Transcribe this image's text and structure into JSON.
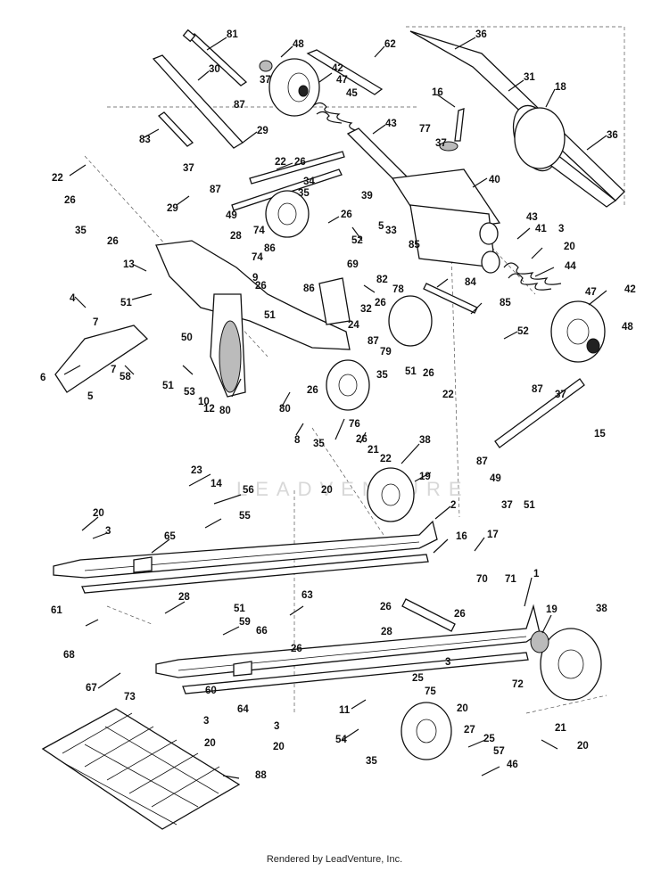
{
  "footer": {
    "text": "Rendered by LeadVenture, Inc."
  },
  "watermark": {
    "text": "LEADVENTURE"
  },
  "callouts": [
    {
      "id": "c81",
      "label": "81"
    },
    {
      "id": "c48a",
      "label": "48"
    },
    {
      "id": "c62",
      "label": "62"
    },
    {
      "id": "c36a",
      "label": "36"
    },
    {
      "id": "c30",
      "label": "30"
    },
    {
      "id": "c42a",
      "label": "42"
    },
    {
      "id": "c37a",
      "label": "37"
    },
    {
      "id": "c47a",
      "label": "47"
    },
    {
      "id": "c87a",
      "label": "87"
    },
    {
      "id": "c45",
      "label": "45"
    },
    {
      "id": "c31",
      "label": "31"
    },
    {
      "id": "c18",
      "label": "18"
    },
    {
      "id": "c16a",
      "label": "16"
    },
    {
      "id": "c43a",
      "label": "43"
    },
    {
      "id": "c29a",
      "label": "29"
    },
    {
      "id": "c77",
      "label": "77"
    },
    {
      "id": "c83",
      "label": "83"
    },
    {
      "id": "c37b",
      "label": "37"
    },
    {
      "id": "c36b",
      "label": "36"
    },
    {
      "id": "c22a",
      "label": "22"
    },
    {
      "id": "c26a",
      "label": "26"
    },
    {
      "id": "c37c",
      "label": "37"
    },
    {
      "id": "c87b",
      "label": "87"
    },
    {
      "id": "c22b",
      "label": "22"
    },
    {
      "id": "c26b",
      "label": "26"
    },
    {
      "id": "c40",
      "label": "40"
    },
    {
      "id": "c34",
      "label": "34"
    },
    {
      "id": "c29b",
      "label": "29"
    },
    {
      "id": "c35a",
      "label": "35"
    },
    {
      "id": "c39",
      "label": "39"
    },
    {
      "id": "c49a",
      "label": "49"
    },
    {
      "id": "c26c",
      "label": "26"
    },
    {
      "id": "c35b",
      "label": "35"
    },
    {
      "id": "c26d",
      "label": "26"
    },
    {
      "id": "c28a",
      "label": "28"
    },
    {
      "id": "c5a",
      "label": "5"
    },
    {
      "id": "c33",
      "label": "33"
    },
    {
      "id": "c43b",
      "label": "43"
    },
    {
      "id": "c41",
      "label": "41"
    },
    {
      "id": "c3a",
      "label": "3"
    },
    {
      "id": "c52a",
      "label": "52"
    },
    {
      "id": "c85a",
      "label": "85"
    },
    {
      "id": "c20a",
      "label": "20"
    },
    {
      "id": "c86a",
      "label": "86"
    },
    {
      "id": "c74a",
      "label": "74"
    },
    {
      "id": "c69",
      "label": "69"
    },
    {
      "id": "c13",
      "label": "13"
    },
    {
      "id": "c44",
      "label": "44"
    },
    {
      "id": "c74b",
      "label": "74"
    },
    {
      "id": "c9",
      "label": "9"
    },
    {
      "id": "c82",
      "label": "82"
    },
    {
      "id": "c84",
      "label": "84"
    },
    {
      "id": "c4",
      "label": "4"
    },
    {
      "id": "c51a",
      "label": "51"
    },
    {
      "id": "c26e",
      "label": "26"
    },
    {
      "id": "c86b",
      "label": "86"
    },
    {
      "id": "c78",
      "label": "78"
    },
    {
      "id": "c32",
      "label": "32"
    },
    {
      "id": "c85b",
      "label": "85"
    },
    {
      "id": "c47b",
      "label": "47"
    },
    {
      "id": "c42b",
      "label": "42"
    },
    {
      "id": "c51b",
      "label": "51"
    },
    {
      "id": "c26f",
      "label": "26"
    },
    {
      "id": "c7a",
      "label": "7"
    },
    {
      "id": "c24",
      "label": "24"
    },
    {
      "id": "c50",
      "label": "50"
    },
    {
      "id": "c87c",
      "label": "87"
    },
    {
      "id": "c52b",
      "label": "52"
    },
    {
      "id": "c48b",
      "label": "48"
    },
    {
      "id": "c79",
      "label": "79"
    },
    {
      "id": "c7b",
      "label": "7"
    },
    {
      "id": "c58",
      "label": "58"
    },
    {
      "id": "c51c",
      "label": "51"
    },
    {
      "id": "c51d",
      "label": "51"
    },
    {
      "id": "c26g",
      "label": "26"
    },
    {
      "id": "c87d",
      "label": "87"
    },
    {
      "id": "c53",
      "label": "53"
    },
    {
      "id": "c35c",
      "label": "35"
    },
    {
      "id": "c22c",
      "label": "22"
    },
    {
      "id": "c26h",
      "label": "26"
    },
    {
      "id": "c6",
      "label": "6"
    },
    {
      "id": "c10",
      "label": "10"
    },
    {
      "id": "c12",
      "label": "12"
    },
    {
      "id": "c80a",
      "label": "80"
    },
    {
      "id": "c80b",
      "label": "80"
    },
    {
      "id": "c37d",
      "label": "37"
    },
    {
      "id": "c5b",
      "label": "5"
    },
    {
      "id": "c15",
      "label": "15"
    },
    {
      "id": "c76",
      "label": "76"
    },
    {
      "id": "c8",
      "label": "8"
    },
    {
      "id": "c26i",
      "label": "26"
    },
    {
      "id": "c35d",
      "label": "35"
    },
    {
      "id": "c21a",
      "label": "21"
    },
    {
      "id": "c38a",
      "label": "38"
    },
    {
      "id": "c22d",
      "label": "22"
    },
    {
      "id": "c87e",
      "label": "87"
    },
    {
      "id": "c49b",
      "label": "49"
    },
    {
      "id": "c23",
      "label": "23"
    },
    {
      "id": "c19a",
      "label": "19"
    },
    {
      "id": "c20b",
      "label": "20"
    },
    {
      "id": "c37e",
      "label": "37"
    },
    {
      "id": "c51e",
      "label": "51"
    },
    {
      "id": "c14",
      "label": "14"
    },
    {
      "id": "c56",
      "label": "56"
    },
    {
      "id": "c2",
      "label": "2"
    },
    {
      "id": "c55",
      "label": "55"
    },
    {
      "id": "c20c",
      "label": "20"
    },
    {
      "id": "c3b",
      "label": "3"
    },
    {
      "id": "c65",
      "label": "65"
    },
    {
      "id": "c16b",
      "label": "16"
    },
    {
      "id": "c17",
      "label": "17"
    },
    {
      "id": "c61",
      "label": "61"
    },
    {
      "id": "c70",
      "label": "70"
    },
    {
      "id": "c71",
      "label": "71"
    },
    {
      "id": "c1",
      "label": "1"
    },
    {
      "id": "c51f",
      "label": "51"
    },
    {
      "id": "c26j",
      "label": "26"
    },
    {
      "id": "c28b",
      "label": "28"
    },
    {
      "id": "c63",
      "label": "63"
    },
    {
      "id": "c19b",
      "label": "19"
    },
    {
      "id": "c38b",
      "label": "38"
    },
    {
      "id": "c26k",
      "label": "26"
    },
    {
      "id": "c68",
      "label": "68"
    },
    {
      "id": "c59",
      "label": "59"
    },
    {
      "id": "c66",
      "label": "66"
    },
    {
      "id": "c28c",
      "label": "28"
    },
    {
      "id": "c26l",
      "label": "26"
    },
    {
      "id": "c67",
      "label": "67"
    },
    {
      "id": "c3c",
      "label": "3"
    },
    {
      "id": "c25a",
      "label": "25"
    },
    {
      "id": "c60",
      "label": "60"
    },
    {
      "id": "c72",
      "label": "72"
    },
    {
      "id": "c73",
      "label": "73"
    },
    {
      "id": "c11",
      "label": "11"
    },
    {
      "id": "c75",
      "label": "75"
    },
    {
      "id": "c20d",
      "label": "20"
    },
    {
      "id": "c3d",
      "label": "3"
    },
    {
      "id": "c64",
      "label": "64"
    },
    {
      "id": "c3e",
      "label": "3"
    },
    {
      "id": "c20e",
      "label": "20"
    },
    {
      "id": "c20f",
      "label": "20"
    },
    {
      "id": "c54",
      "label": "54"
    },
    {
      "id": "c27",
      "label": "27"
    },
    {
      "id": "c21b",
      "label": "21"
    },
    {
      "id": "c25b",
      "label": "25"
    },
    {
      "id": "c20g",
      "label": "20"
    },
    {
      "id": "c88",
      "label": "88"
    },
    {
      "id": "c57",
      "label": "57"
    },
    {
      "id": "c35e",
      "label": "35"
    },
    {
      "id": "c46",
      "label": "46"
    }
  ]
}
